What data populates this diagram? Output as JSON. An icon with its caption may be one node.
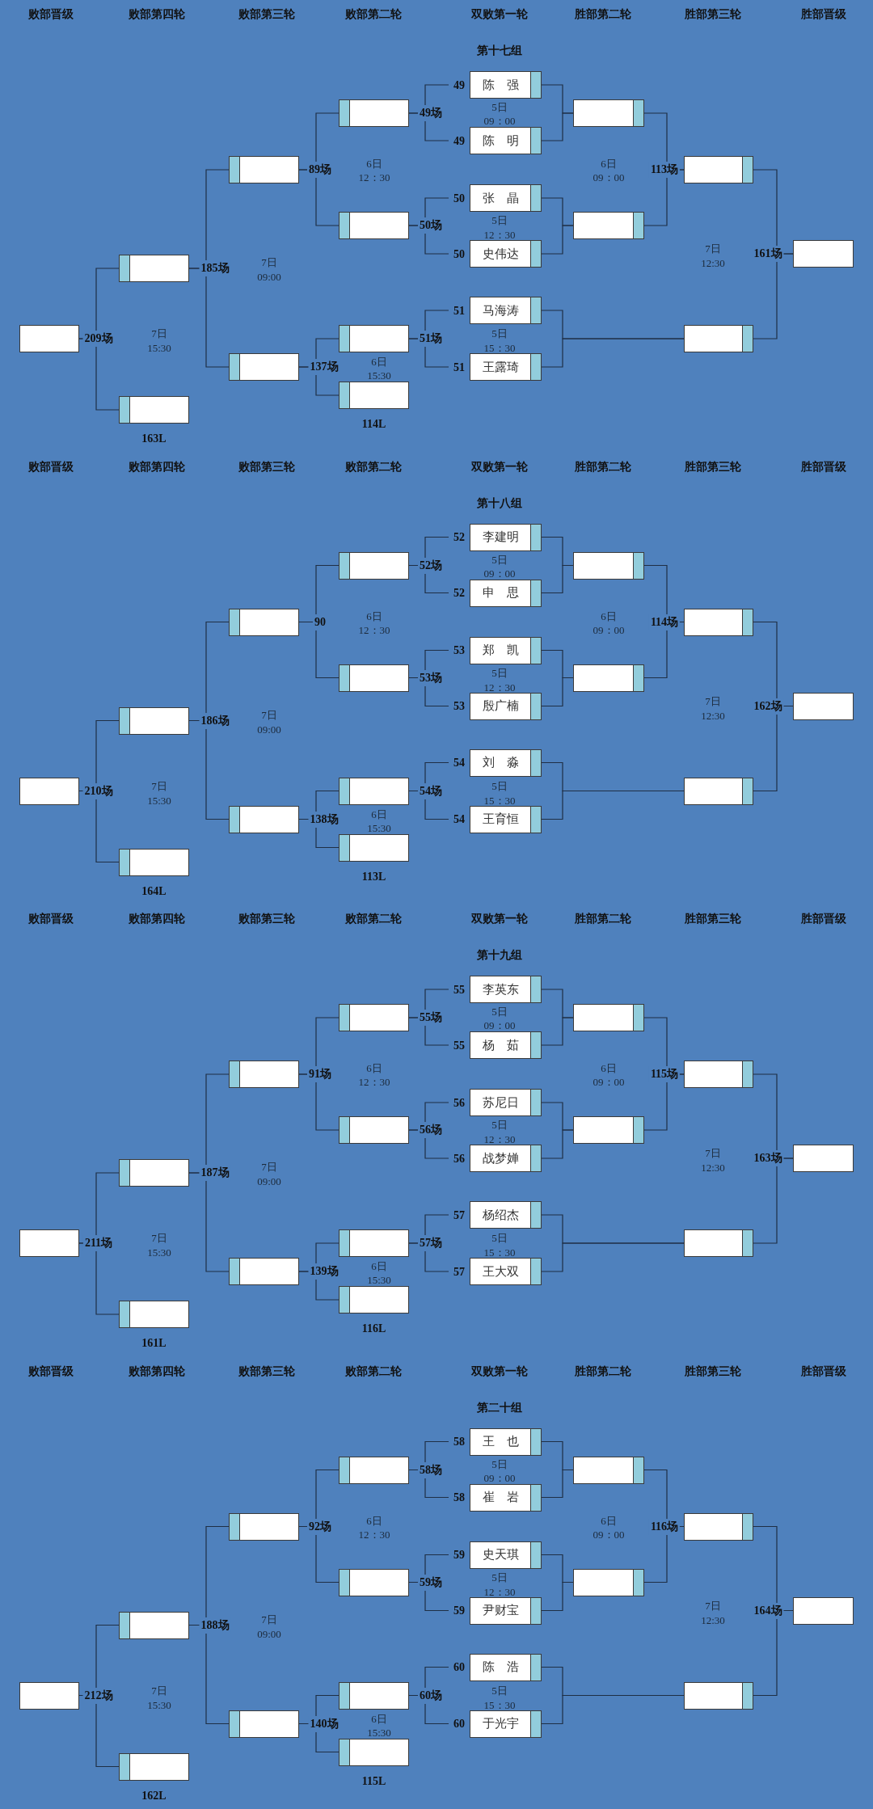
{
  "diagram": {
    "nodes": [
      {
        "text": [
          "陈　强"
        ],
        "beside": [
          "49"
        ]
      },
      {
        "text": [
          "陈　明"
        ],
        "beside": [
          "49"
        ]
      },
      {
        "text": [
          "张　晶"
        ],
        "beside": [
          "50"
        ]
      },
      {
        "text": [
          "史伟达"
        ],
        "beside": [
          "50"
        ]
      },
      {
        "text": [
          "马海涛"
        ],
        "beside": [
          "51"
        ]
      },
      {
        "text": [
          "王露琦"
        ],
        "beside": [
          "51"
        ]
      },
      {
        "text": [],
        "shape": "box"
      },
      {
        "text": [],
        "shape": "box"
      },
      {
        "text": [],
        "shape": "box",
        "beside": [
          "163L"
        ]
      },
      {
        "text": [],
        "shape": "box"
      },
      {
        "text": [],
        "shape": "box"
      },
      {
        "text": [],
        "shape": "box"
      },
      {
        "text": [],
        "shape": "box"
      },
      {
        "text": [],
        "shape": "box"
      },
      {
        "text": [],
        "shape": "box",
        "beside": [
          "114L"
        ]
      },
      {
        "text": [],
        "shape": "box"
      },
      {
        "text": [],
        "shape": "box"
      },
      {
        "text": [],
        "shape": "box"
      },
      {
        "text": [],
        "shape": "box"
      },
      {
        "text": [],
        "shape": "box"
      },
      {
        "text": [
          "李建明"
        ],
        "beside": [
          "52"
        ]
      },
      {
        "text": [
          "申　思"
        ],
        "beside": [
          "52"
        ]
      },
      {
        "text": [
          "郑　凯"
        ],
        "beside": [
          "53"
        ]
      },
      {
        "text": [
          "殷广楠"
        ],
        "beside": [
          "53"
        ]
      },
      {
        "text": [
          "刘　淼"
        ],
        "beside": [
          "54"
        ]
      },
      {
        "text": [
          "王育恒"
        ],
        "beside": [
          "54"
        ]
      },
      {
        "text": [],
        "shape": "box"
      },
      {
        "text": [],
        "shape": "box"
      },
      {
        "text": [],
        "shape": "box",
        "beside": [
          "164L"
        ]
      },
      {
        "text": [],
        "shape": "box"
      },
      {
        "text": [],
        "shape": "box"
      },
      {
        "text": [],
        "shape": "box"
      },
      {
        "text": [],
        "shape": "box"
      },
      {
        "text": [],
        "shape": "box"
      },
      {
        "text": [],
        "shape": "box",
        "beside": [
          "113L"
        ]
      },
      {
        "text": [],
        "shape": "box"
      },
      {
        "text": [],
        "shape": "box"
      },
      {
        "text": [],
        "shape": "box"
      },
      {
        "text": [],
        "shape": "box"
      },
      {
        "text": [],
        "shape": "box"
      },
      {
        "text": [
          "李英东"
        ],
        "beside": [
          "55"
        ]
      },
      {
        "text": [
          "杨　茹"
        ],
        "beside": [
          "55"
        ]
      },
      {
        "text": [
          "苏尼日"
        ],
        "beside": [
          "56"
        ]
      },
      {
        "text": [
          "战梦婵"
        ],
        "beside": [
          "56"
        ]
      },
      {
        "text": [
          "杨绍杰"
        ],
        "beside": [
          "57"
        ]
      },
      {
        "text": [
          "王大双"
        ],
        "beside": [
          "57"
        ]
      },
      {
        "text": [],
        "shape": "box"
      },
      {
        "text": [],
        "shape": "box"
      },
      {
        "text": [],
        "shape": "box",
        "beside": [
          "161L"
        ]
      },
      {
        "text": [],
        "shape": "box"
      },
      {
        "text": [],
        "shape": "box"
      },
      {
        "text": [],
        "shape": "box"
      },
      {
        "text": [],
        "shape": "box"
      },
      {
        "text": [],
        "shape": "box"
      },
      {
        "text": [],
        "shape": "box",
        "beside": [
          "116L"
        ]
      },
      {
        "text": [],
        "shape": "box"
      },
      {
        "text": [],
        "shape": "box"
      },
      {
        "text": [],
        "shape": "box"
      },
      {
        "text": [],
        "shape": "box"
      },
      {
        "text": [],
        "shape": "box"
      },
      {
        "text": [
          "王　也"
        ],
        "beside": [
          "58"
        ]
      },
      {
        "text": [
          "崔　岩"
        ],
        "beside": [
          "58"
        ]
      },
      {
        "text": [
          "史天琪"
        ],
        "beside": [
          "59"
        ]
      },
      {
        "text": [
          "尹财宝"
        ],
        "beside": [
          "59"
        ]
      },
      {
        "text": [
          "陈　浩"
        ],
        "beside": [
          "60"
        ]
      },
      {
        "text": [
          "于光宇"
        ],
        "beside": [
          "60"
        ]
      },
      {
        "text": [],
        "shape": "box"
      },
      {
        "text": [],
        "shape": "box"
      },
      {
        "text": [],
        "shape": "box",
        "beside": [
          "162L"
        ]
      },
      {
        "text": [],
        "shape": "box"
      },
      {
        "text": [],
        "shape": "box"
      },
      {
        "text": [],
        "shape": "box"
      },
      {
        "text": [],
        "shape": "box"
      },
      {
        "text": [],
        "shape": "box"
      },
      {
        "text": [],
        "shape": "box",
        "beside": [
          "115L"
        ]
      },
      {
        "text": [],
        "shape": "box"
      },
      {
        "text": [],
        "shape": "box"
      },
      {
        "text": [],
        "shape": "box"
      },
      {
        "text": [],
        "shape": "box"
      },
      {
        "text": [],
        "shape": "box"
      }
    ],
    "edges": [
      {
        "from": 0,
        "to": 11,
        "arrow": "none",
        "label": "49场"
      },
      {
        "from": 1,
        "to": 11,
        "arrow": "none"
      },
      {
        "from": 2,
        "to": 12,
        "arrow": "none",
        "label": "50场"
      },
      {
        "from": 3,
        "to": 12,
        "arrow": "none"
      },
      {
        "from": 4,
        "to": 13,
        "arrow": "none",
        "label": "51场"
      },
      {
        "from": 5,
        "to": 13,
        "arrow": "none"
      },
      {
        "from": 0,
        "to": 15,
        "arrow": "none"
      },
      {
        "from": 1,
        "to": 15,
        "arrow": "none"
      },
      {
        "from": 2,
        "to": 16,
        "arrow": "none"
      },
      {
        "from": 3,
        "to": 16,
        "arrow": "none"
      },
      {
        "from": 4,
        "to": 18,
        "arrow": "none"
      },
      {
        "from": 5,
        "to": 18,
        "arrow": "none"
      },
      {
        "from": 15,
        "to": 17,
        "arrow": "none",
        "label": "113场"
      },
      {
        "from": 16,
        "to": 17,
        "arrow": "none"
      },
      {
        "from": 17,
        "to": 19,
        "arrow": "none",
        "label": "161场"
      },
      {
        "from": 18,
        "to": 19,
        "arrow": "none"
      },
      {
        "from": 11,
        "to": 9,
        "arrow": "none",
        "label": "89场"
      },
      {
        "from": 12,
        "to": 9,
        "arrow": "none"
      },
      {
        "from": 13,
        "to": 10,
        "arrow": "none",
        "label": "137场"
      },
      {
        "from": 14,
        "to": 10,
        "arrow": "none"
      },
      {
        "from": 9,
        "to": 7,
        "arrow": "none",
        "label": "185场"
      },
      {
        "from": 10,
        "to": 7,
        "arrow": "none"
      },
      {
        "from": 7,
        "to": 6,
        "arrow": "none",
        "label": "209场"
      },
      {
        "from": 8,
        "to": 6,
        "arrow": "none"
      },
      {
        "from": 20,
        "to": 31,
        "arrow": "none",
        "label": "52场"
      },
      {
        "from": 21,
        "to": 31,
        "arrow": "none"
      },
      {
        "from": 22,
        "to": 32,
        "arrow": "none",
        "label": "53场"
      },
      {
        "from": 23,
        "to": 32,
        "arrow": "none"
      },
      {
        "from": 24,
        "to": 33,
        "arrow": "none",
        "label": "54场"
      },
      {
        "from": 25,
        "to": 33,
        "arrow": "none"
      },
      {
        "from": 20,
        "to": 35,
        "arrow": "none"
      },
      {
        "from": 21,
        "to": 35,
        "arrow": "none"
      },
      {
        "from": 22,
        "to": 36,
        "arrow": "none"
      },
      {
        "from": 23,
        "to": 36,
        "arrow": "none"
      },
      {
        "from": 24,
        "to": 38,
        "arrow": "none"
      },
      {
        "from": 25,
        "to": 38,
        "arrow": "none"
      },
      {
        "from": 35,
        "to": 37,
        "arrow": "none",
        "label": "114场"
      },
      {
        "from": 36,
        "to": 37,
        "arrow": "none"
      },
      {
        "from": 37,
        "to": 39,
        "arrow": "none",
        "label": "162场"
      },
      {
        "from": 38,
        "to": 39,
        "arrow": "none"
      },
      {
        "from": 31,
        "to": 29,
        "arrow": "none",
        "label": "90"
      },
      {
        "from": 32,
        "to": 29,
        "arrow": "none"
      },
      {
        "from": 33,
        "to": 30,
        "arrow": "none",
        "label": "138场"
      },
      {
        "from": 34,
        "to": 30,
        "arrow": "none"
      },
      {
        "from": 29,
        "to": 27,
        "arrow": "none",
        "label": "186场"
      },
      {
        "from": 30,
        "to": 27,
        "arrow": "none"
      },
      {
        "from": 27,
        "to": 26,
        "arrow": "none",
        "label": "210场"
      },
      {
        "from": 28,
        "to": 26,
        "arrow": "none"
      },
      {
        "from": 40,
        "to": 51,
        "arrow": "none",
        "label": "55场"
      },
      {
        "from": 41,
        "to": 51,
        "arrow": "none"
      },
      {
        "from": 42,
        "to": 52,
        "arrow": "none",
        "label": "56场"
      },
      {
        "from": 43,
        "to": 52,
        "arrow": "none"
      },
      {
        "from": 44,
        "to": 53,
        "arrow": "none",
        "label": "57场"
      },
      {
        "from": 45,
        "to": 53,
        "arrow": "none"
      },
      {
        "from": 40,
        "to": 55,
        "arrow": "none"
      },
      {
        "from": 41,
        "to": 55,
        "arrow": "none"
      },
      {
        "from": 42,
        "to": 56,
        "arrow": "none"
      },
      {
        "from": 43,
        "to": 56,
        "arrow": "none"
      },
      {
        "from": 44,
        "to": 58,
        "arrow": "none"
      },
      {
        "from": 45,
        "to": 58,
        "arrow": "none"
      },
      {
        "from": 55,
        "to": 57,
        "arrow": "none",
        "label": "115场"
      },
      {
        "from": 56,
        "to": 57,
        "arrow": "none"
      },
      {
        "from": 57,
        "to": 59,
        "arrow": "none",
        "label": "163场"
      },
      {
        "from": 58,
        "to": 59,
        "arrow": "none"
      },
      {
        "from": 51,
        "to": 49,
        "arrow": "none",
        "label": "91场"
      },
      {
        "from": 52,
        "to": 49,
        "arrow": "none"
      },
      {
        "from": 53,
        "to": 50,
        "arrow": "none",
        "label": "139场"
      },
      {
        "from": 54,
        "to": 50,
        "arrow": "none"
      },
      {
        "from": 49,
        "to": 47,
        "arrow": "none",
        "label": "187场"
      },
      {
        "from": 50,
        "to": 47,
        "arrow": "none"
      },
      {
        "from": 47,
        "to": 46,
        "arrow": "none",
        "label": "211场"
      },
      {
        "from": 48,
        "to": 46,
        "arrow": "none"
      },
      {
        "from": 60,
        "to": 71,
        "arrow": "none",
        "label": "58场"
      },
      {
        "from": 61,
        "to": 71,
        "arrow": "none"
      },
      {
        "from": 62,
        "to": 72,
        "arrow": "none",
        "label": "59场"
      },
      {
        "from": 63,
        "to": 72,
        "arrow": "none"
      },
      {
        "from": 64,
        "to": 73,
        "arrow": "none",
        "label": "60场"
      },
      {
        "from": 65,
        "to": 73,
        "arrow": "none"
      },
      {
        "from": 60,
        "to": 75,
        "arrow": "none"
      },
      {
        "from": 61,
        "to": 75,
        "arrow": "none"
      },
      {
        "from": 62,
        "to": 76,
        "arrow": "none"
      },
      {
        "from": 63,
        "to": 76,
        "arrow": "none"
      },
      {
        "from": 64,
        "to": 78,
        "arrow": "none"
      },
      {
        "from": 65,
        "to": 78,
        "arrow": "none"
      },
      {
        "from": 75,
        "to": 77,
        "arrow": "none",
        "label": "116场"
      },
      {
        "from": 76,
        "to": 77,
        "arrow": "none"
      },
      {
        "from": 77,
        "to": 79,
        "arrow": "none",
        "label": "164场"
      },
      {
        "from": 78,
        "to": 79,
        "arrow": "none"
      },
      {
        "from": 71,
        "to": 69,
        "arrow": "none",
        "label": "92场"
      },
      {
        "from": 72,
        "to": 69,
        "arrow": "none"
      },
      {
        "from": 73,
        "to": 70,
        "arrow": "none",
        "label": "140场"
      },
      {
        "from": 74,
        "to": 70,
        "arrow": "none"
      },
      {
        "from": 69,
        "to": 67,
        "arrow": "none",
        "label": "188场"
      },
      {
        "from": 70,
        "to": 67,
        "arrow": "none"
      },
      {
        "from": 67,
        "to": 66,
        "arrow": "none",
        "label": "212场"
      },
      {
        "from": 68,
        "to": 66,
        "arrow": "none"
      }
    ],
    "labels": [
      "败部晋级",
      "败部第四轮",
      "败部第三轮",
      "败部第二轮",
      "双败第一轮",
      "胜部第二轮",
      "胜部第三轮",
      "胜部晋级",
      "第十七组",
      "5日",
      "09：00",
      "6日",
      "12：30",
      "6日",
      "09：00",
      "5日",
      "12：30",
      "7日",
      "09:00",
      "7日",
      "12:30",
      "7日",
      "15:30",
      "5日",
      "15：30",
      "6日",
      "15:30",
      "败部晋级",
      "败部第四轮",
      "败部第三轮",
      "败部第二轮",
      "双败第一轮",
      "胜部第二轮",
      "胜部第三轮",
      "胜部晋级",
      "第十八组",
      "5日",
      "09：00",
      "6日",
      "12：30",
      "6日",
      "09：00",
      "5日",
      "12：30",
      "7日",
      "09:00",
      "7日",
      "12:30",
      "7日",
      "15:30",
      "5日",
      "15：30",
      "6日",
      "15:30",
      "败部晋级",
      "败部第四轮",
      "败部第三轮",
      "败部第二轮",
      "双败第一轮",
      "胜部第二轮",
      "胜部第三轮",
      "胜部晋级",
      "第十九组",
      "5日",
      "09：00",
      "6日",
      "12：30",
      "6日",
      "09：00",
      "5日",
      "12：30",
      "7日",
      "09:00",
      "7日",
      "12:30",
      "7日",
      "15:30",
      "5日",
      "15：30",
      "6日",
      "15:30",
      "败部晋级",
      "败部第四轮",
      "败部第三轮",
      "败部第二轮",
      "双败第一轮",
      "胜部第二轮",
      "胜部第三轮",
      "胜部晋级",
      "第二十组",
      "5日",
      "09：00",
      "6日",
      "12：30",
      "6日",
      "09：00",
      "5日",
      "12：30",
      "7日",
      "09:00",
      "7日",
      "12:30",
      "7日",
      "15:30",
      "5日",
      "15：30",
      "6日",
      "15:30"
    ]
  }
}
